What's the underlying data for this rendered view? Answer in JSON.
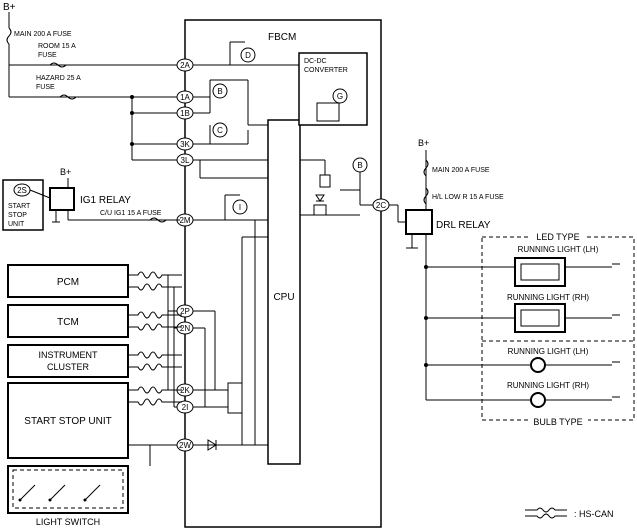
{
  "supply": {
    "b_plus": "B+"
  },
  "fuses": {
    "main": "MAIN 200 A FUSE",
    "room_1": "ROOM 15 A",
    "room_2": "FUSE",
    "hazard_1": "HAZARD 25 A",
    "hazard_2": "FUSE",
    "cu_ig1": "C/U IG1 15 A FUSE",
    "hl_low": "H/L LOW R 15 A FUSE"
  },
  "fbcm": {
    "title": "FBCM",
    "cpu": "CPU",
    "dcdc_1": "DC-DC",
    "dcdc_2": "CONVERTER",
    "pins": [
      "2A",
      "1A",
      "1B",
      "3K",
      "3L",
      "2M",
      "2P",
      "2N",
      "2K",
      "2I",
      "2W",
      "2C"
    ],
    "refs": [
      "D",
      "B",
      "C",
      "G",
      "B",
      "I"
    ]
  },
  "relays": {
    "ig1": "IG1 RELAY",
    "drl": "DRL RELAY"
  },
  "start_stop_small": {
    "pin": "2S",
    "line1": "START",
    "line2": "STOP",
    "line3": "UNIT"
  },
  "modules": {
    "pcm": "PCM",
    "tcm": "TCM",
    "cluster_1": "INSTRUMENT",
    "cluster_2": "CLUSTER",
    "ssu": "START STOP UNIT",
    "light_switch": "LIGHT SWITCH"
  },
  "lamps": {
    "led_type": "LED TYPE",
    "bulb_type": "BULB TYPE",
    "rl_lh": "RUNNING LIGHT (LH)",
    "rl_rh": "RUNNING LIGHT (RH)"
  },
  "legend": {
    "hscan": ": HS-CAN"
  }
}
